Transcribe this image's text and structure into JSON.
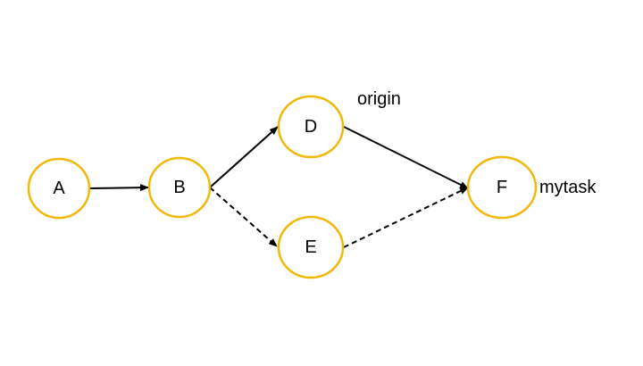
{
  "colors": {
    "node_stroke": "#F2B809",
    "node_fill": "#FFFFFF",
    "edge": "#000000",
    "text": "#000000",
    "background": "#FFFFFF"
  },
  "nodes": [
    {
      "id": "A",
      "label": "A"
    },
    {
      "id": "B",
      "label": "B"
    },
    {
      "id": "D",
      "label": "D"
    },
    {
      "id": "E",
      "label": "E"
    },
    {
      "id": "F",
      "label": "F"
    }
  ],
  "edges": [
    {
      "from": "A",
      "to": "B",
      "style": "solid"
    },
    {
      "from": "B",
      "to": "D",
      "style": "solid"
    },
    {
      "from": "B",
      "to": "E",
      "style": "dashed"
    },
    {
      "from": "D",
      "to": "F",
      "style": "solid"
    },
    {
      "from": "E",
      "to": "F",
      "style": "dashed"
    }
  ],
  "tags": [
    {
      "node": "D",
      "text": "origin"
    },
    {
      "node": "F",
      "text": "mytask"
    }
  ]
}
